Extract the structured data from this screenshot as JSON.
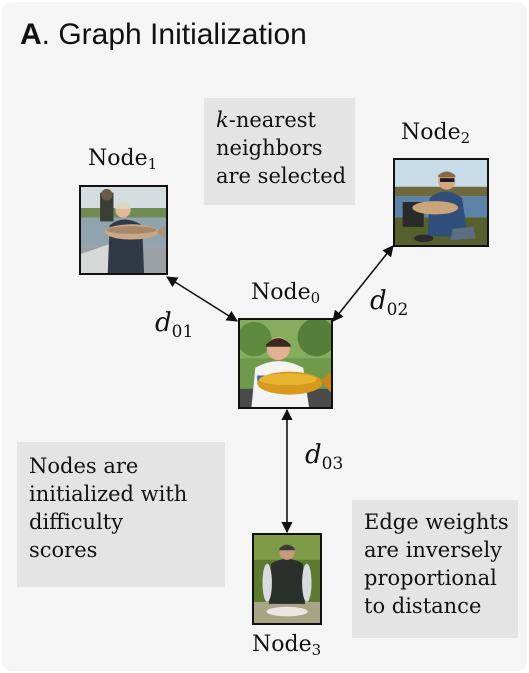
{
  "title": {
    "letter": "A",
    "text": ". Graph Initialization"
  },
  "nodes": [
    {
      "name": "Node",
      "index": "0"
    },
    {
      "name": "Node",
      "index": "1"
    },
    {
      "name": "Node",
      "index": "2"
    },
    {
      "name": "Node",
      "index": "3"
    }
  ],
  "edges": [
    {
      "label": "d",
      "sub": "01"
    },
    {
      "label": "d",
      "sub": "02"
    },
    {
      "label": "d",
      "sub": "03"
    }
  ],
  "notes": {
    "knn": {
      "italic": "k",
      "lines": [
        "-nearest",
        "neighbors",
        "are selected"
      ]
    },
    "init": {
      "lines": [
        "Nodes are",
        "initialized with",
        "difficulty",
        "scores"
      ]
    },
    "weights": {
      "lines": [
        "Edge weights",
        "are inversely",
        "proportional",
        "to distance"
      ]
    }
  },
  "photos": [
    {
      "id": "node1",
      "depicts": "woman holding fish on boat"
    },
    {
      "id": "node2",
      "depicts": "man crouching with fish by water"
    },
    {
      "id": "node0",
      "depicts": "boy holding large golden carp"
    },
    {
      "id": "node3",
      "depicts": "person holding two fish"
    }
  ]
}
